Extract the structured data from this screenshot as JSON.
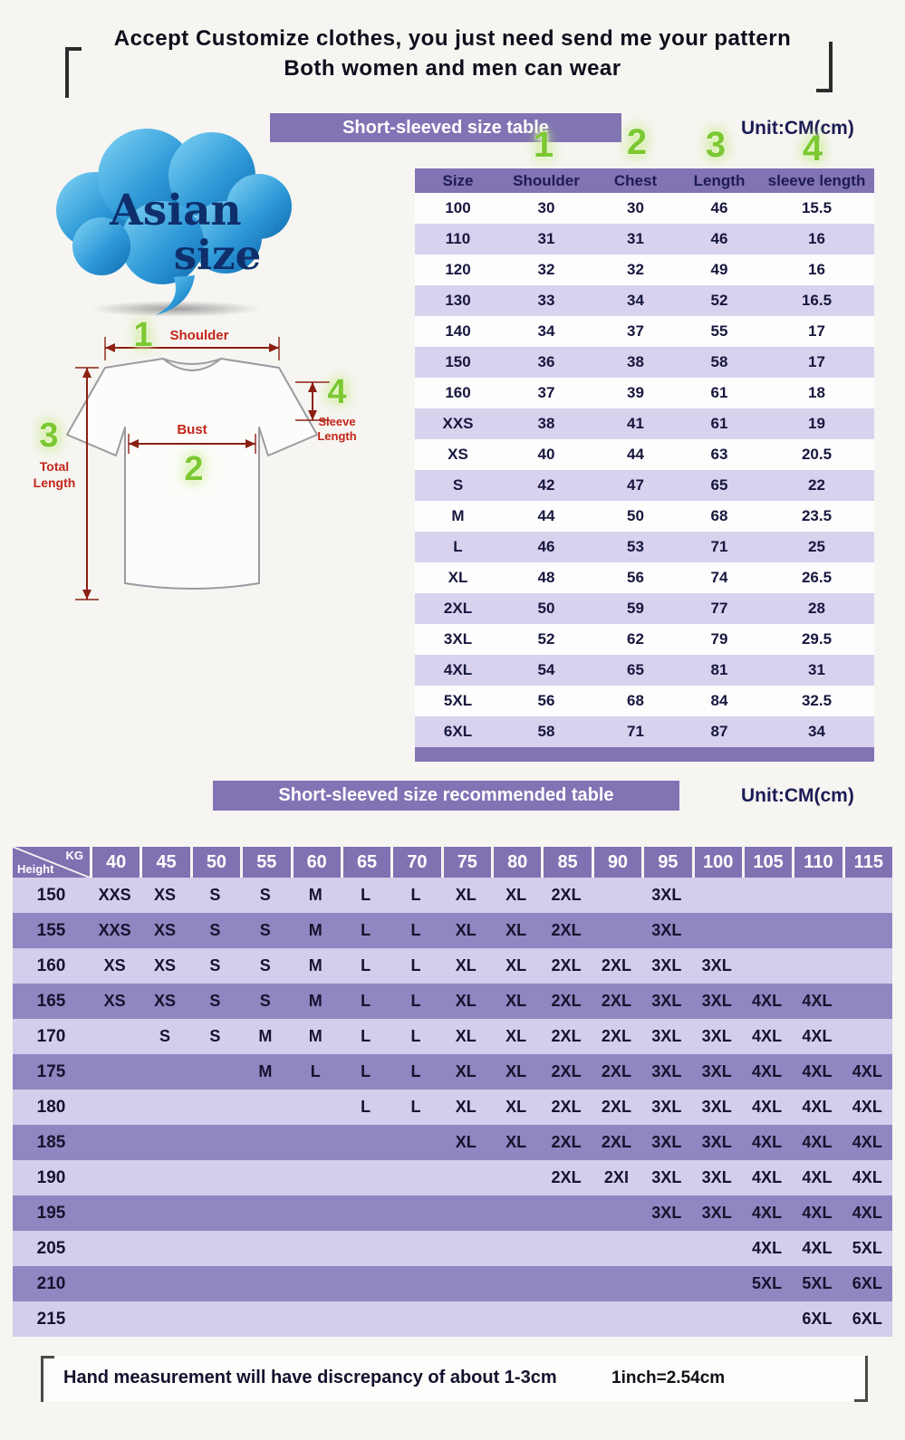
{
  "banner": {
    "line1": "Accept Customize clothes, you just need send me your pattern",
    "line2": "Both women and men can wear"
  },
  "section1": {
    "title": "Short-sleeved size  table",
    "unit": "Unit:CM(cm)"
  },
  "section2": {
    "title": "Short-sleeved size recommended table",
    "unit": "Unit:CM(cm)"
  },
  "cloud": {
    "line1": "Asian",
    "line2": "size"
  },
  "markers": [
    "1",
    "2",
    "3",
    "4"
  ],
  "diagram": {
    "shoulder": "Shoulder",
    "bust": "Bust",
    "total_line1": "Total",
    "total_line2": "Length",
    "sleeve_line1": "Sleeve",
    "sleeve_line2": "Length"
  },
  "footer": {
    "note": "Hand measurement will have discrepancy of about  1-3cm",
    "conversion": "1inch=2.54cm"
  },
  "colors": {
    "purple_bar": "#8273b4",
    "row_light": "#d8d2ee",
    "rec_row_light": "#d4cdeb",
    "rec_row_dark": "#9186c1",
    "marker_green": "#7cc832",
    "label_red": "#c3261a",
    "cloud_blue": "#1a85c8"
  },
  "chart_data": [
    {
      "type": "table",
      "title": "Short-sleeved size  table",
      "unit": "Unit:CM(cm)",
      "columns": [
        "Size",
        "Shoulder",
        "Chest",
        "Length",
        "sleeve length"
      ],
      "rows": [
        [
          "100",
          "30",
          "30",
          "46",
          "15.5"
        ],
        [
          "110",
          "31",
          "31",
          "46",
          "16"
        ],
        [
          "120",
          "32",
          "32",
          "49",
          "16"
        ],
        [
          "130",
          "33",
          "34",
          "52",
          "16.5"
        ],
        [
          "140",
          "34",
          "37",
          "55",
          "17"
        ],
        [
          "150",
          "36",
          "38",
          "58",
          "17"
        ],
        [
          "160",
          "37",
          "39",
          "61",
          "18"
        ],
        [
          "XXS",
          "38",
          "41",
          "61",
          "19"
        ],
        [
          "XS",
          "40",
          "44",
          "63",
          "20.5"
        ],
        [
          "S",
          "42",
          "47",
          "65",
          "22"
        ],
        [
          "M",
          "44",
          "50",
          "68",
          "23.5"
        ],
        [
          "L",
          "46",
          "53",
          "71",
          "25"
        ],
        [
          "XL",
          "48",
          "56",
          "74",
          "26.5"
        ],
        [
          "2XL",
          "50",
          "59",
          "77",
          "28"
        ],
        [
          "3XL",
          "52",
          "62",
          "79",
          "29.5"
        ],
        [
          "4XL",
          "54",
          "65",
          "81",
          "31"
        ],
        [
          "5XL",
          "56",
          "68",
          "84",
          "32.5"
        ],
        [
          "6XL",
          "58",
          "71",
          "87",
          "34"
        ]
      ]
    },
    {
      "type": "table",
      "title": "Short-sleeved size recommended table",
      "unit": "Unit:CM(cm)",
      "corner_top": "KG",
      "corner_bottom": "Height",
      "columns": [
        "40",
        "45",
        "50",
        "55",
        "60",
        "65",
        "70",
        "75",
        "80",
        "85",
        "90",
        "95",
        "100",
        "105",
        "110",
        "115"
      ],
      "rows": [
        {
          "height": "150",
          "cells": [
            "XXS",
            "XS",
            "S",
            "S",
            "M",
            "L",
            "L",
            "XL",
            "XL",
            "2XL",
            "",
            "3XL",
            "",
            "",
            "",
            ""
          ]
        },
        {
          "height": "155",
          "cells": [
            "XXS",
            "XS",
            "S",
            "S",
            "M",
            "L",
            "L",
            "XL",
            "XL",
            "2XL",
            "",
            "3XL",
            "",
            "",
            "",
            ""
          ]
        },
        {
          "height": "160",
          "cells": [
            "XS",
            "XS",
            "S",
            "S",
            "M",
            "L",
            "L",
            "XL",
            "XL",
            "2XL",
            "2XL",
            "3XL",
            "3XL",
            "",
            "",
            ""
          ]
        },
        {
          "height": "165",
          "cells": [
            "XS",
            "XS",
            "S",
            "S",
            "M",
            "L",
            "L",
            "XL",
            "XL",
            "2XL",
            "2XL",
            "3XL",
            "3XL",
            "4XL",
            "4XL",
            ""
          ]
        },
        {
          "height": "170",
          "cells": [
            "",
            "S",
            "S",
            "M",
            "M",
            "L",
            "L",
            "XL",
            "XL",
            "2XL",
            "2XL",
            "3XL",
            "3XL",
            "4XL",
            "4XL",
            ""
          ]
        },
        {
          "height": "175",
          "cells": [
            "",
            "",
            "",
            "M",
            "L",
            "L",
            "L",
            "XL",
            "XL",
            "2XL",
            "2XL",
            "3XL",
            "3XL",
            "4XL",
            "4XL",
            "4XL"
          ]
        },
        {
          "height": "180",
          "cells": [
            "",
            "",
            "",
            "",
            "",
            "L",
            "L",
            "XL",
            "XL",
            "2XL",
            "2XL",
            "3XL",
            "3XL",
            "4XL",
            "4XL",
            "4XL"
          ]
        },
        {
          "height": "185",
          "cells": [
            "",
            "",
            "",
            "",
            "",
            "",
            "",
            "XL",
            "XL",
            "2XL",
            "2XL",
            "3XL",
            "3XL",
            "4XL",
            "4XL",
            "4XL"
          ]
        },
        {
          "height": "190",
          "cells": [
            "",
            "",
            "",
            "",
            "",
            "",
            "",
            "",
            "",
            "2XL",
            "2XI",
            "3XL",
            "3XL",
            "4XL",
            "4XL",
            "4XL"
          ]
        },
        {
          "height": "195",
          "cells": [
            "",
            "",
            "",
            "",
            "",
            "",
            "",
            "",
            "",
            "",
            "",
            "3XL",
            "3XL",
            "4XL",
            "4XL",
            "4XL"
          ]
        },
        {
          "height": "205",
          "cells": [
            "",
            "",
            "",
            "",
            "",
            "",
            "",
            "",
            "",
            "",
            "",
            "",
            "",
            "4XL",
            "4XL",
            "5XL"
          ]
        },
        {
          "height": "210",
          "cells": [
            "",
            "",
            "",
            "",
            "",
            "",
            "",
            "",
            "",
            "",
            "",
            "",
            "",
            "5XL",
            "5XL",
            "6XL"
          ]
        },
        {
          "height": "215",
          "cells": [
            "",
            "",
            "",
            "",
            "",
            "",
            "",
            "",
            "",
            "",
            "",
            "",
            "",
            "",
            "6XL",
            "6XL"
          ]
        }
      ]
    }
  ]
}
